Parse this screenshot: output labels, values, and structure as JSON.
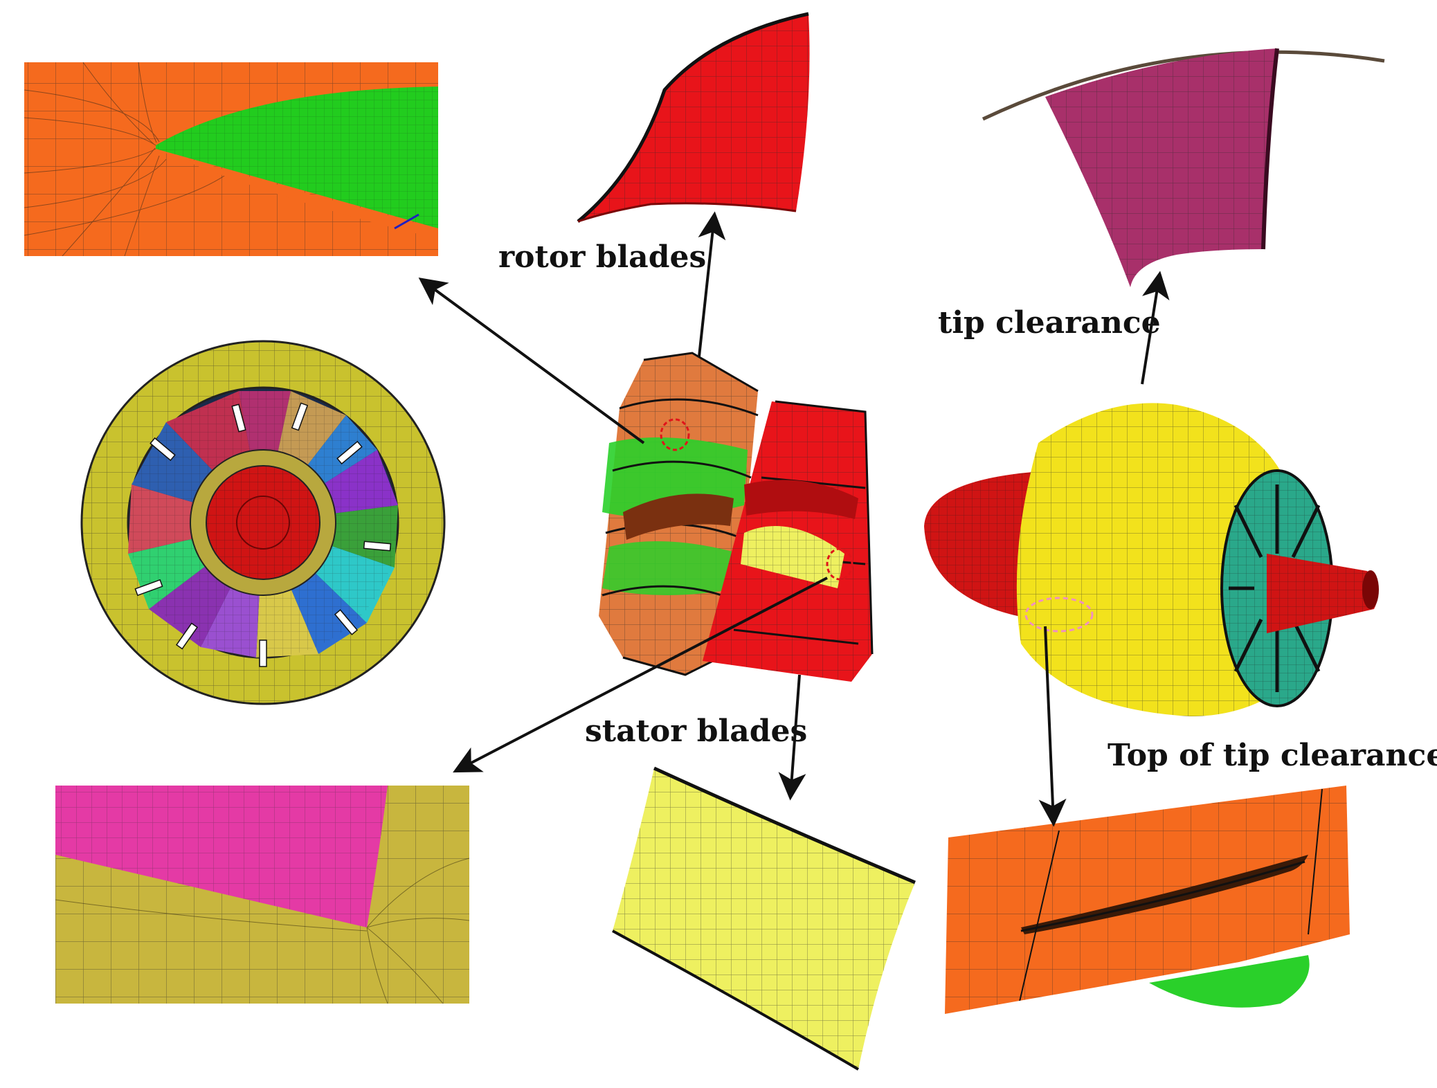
{
  "labels": {
    "rotor_blades": "rotor blades",
    "tip_clearance": "tip clearance",
    "stator_blades": "stator blades",
    "top_of_tip_clearance": "Top of tip clearance"
  },
  "colors": {
    "background": "#ffffff",
    "rotor": "#e8141a",
    "rotor_dark": "#b00d10",
    "stator": "#eef060",
    "casing": "#f2e21c",
    "hub_green": "#1fd21f",
    "orange_mesh": "#f56a1e",
    "olive_mesh": "#c8b63e",
    "magenta": "#e43aa5",
    "purple_blade": "#a8306a",
    "teal": "#2aa88a",
    "annulus": "#c9c22e",
    "mesh_line": "#2a2a2a",
    "arrow": "#111111",
    "marker_red": "#e0141a",
    "marker_pink": "#f090c0"
  }
}
